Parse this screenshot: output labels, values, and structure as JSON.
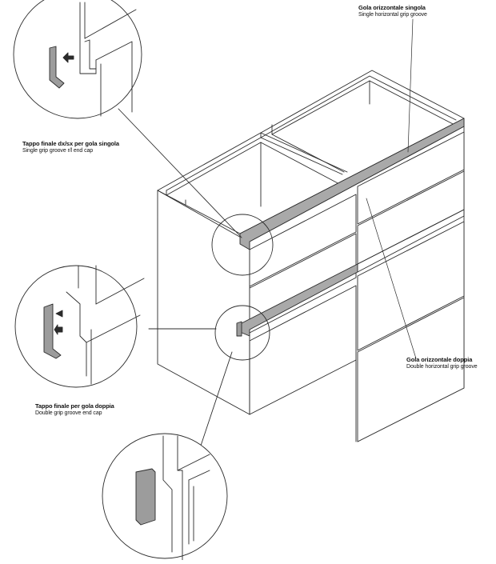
{
  "labels": {
    "single_groove": {
      "it": "Gola orizzontale singola",
      "en": "Single horizontal grip groove"
    },
    "single_cap": {
      "it": "Tappo finale dx/sx per gola singola",
      "en": "Single grip groove r/l end cap"
    },
    "double_cap": {
      "it": "Tappo finale per gola doppia",
      "en": "Double grip groove end cap"
    },
    "double_groove": {
      "it": "Gola orizzontale doppia",
      "en": "Double horizontal grip groove"
    }
  },
  "colors": {
    "line": "#2b2b2b",
    "groove_fill": "#a9a9a9",
    "cap_fill": "#9c9c9c",
    "background": "#ffffff"
  }
}
